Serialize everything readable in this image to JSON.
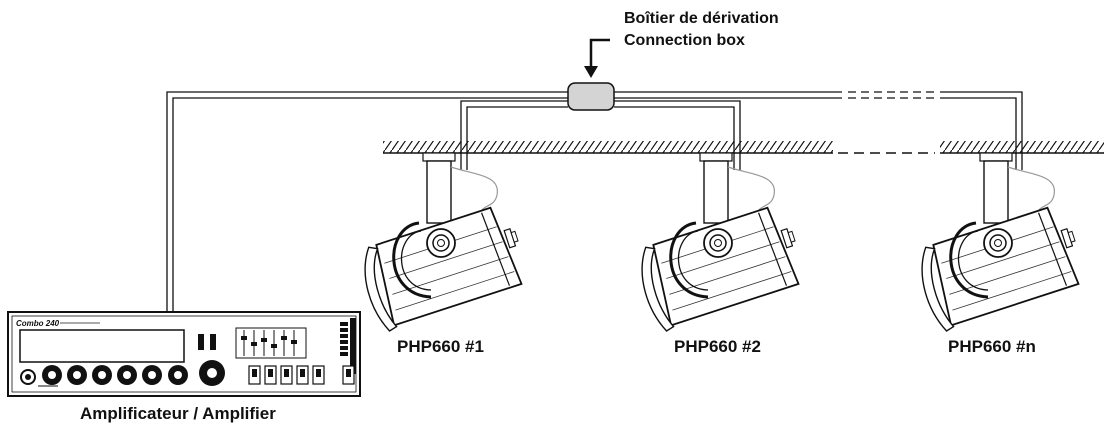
{
  "connection_box": {
    "label_fr": "Boîtier de dérivation",
    "label_en": "Connection box"
  },
  "speakers": [
    {
      "label": "PHP660 #1"
    },
    {
      "label": "PHP660 #2"
    },
    {
      "label": "PHP660 #n"
    }
  ],
  "amplifier": {
    "label": "Amplificateur / Amplifier",
    "brand": "Combo 240"
  }
}
